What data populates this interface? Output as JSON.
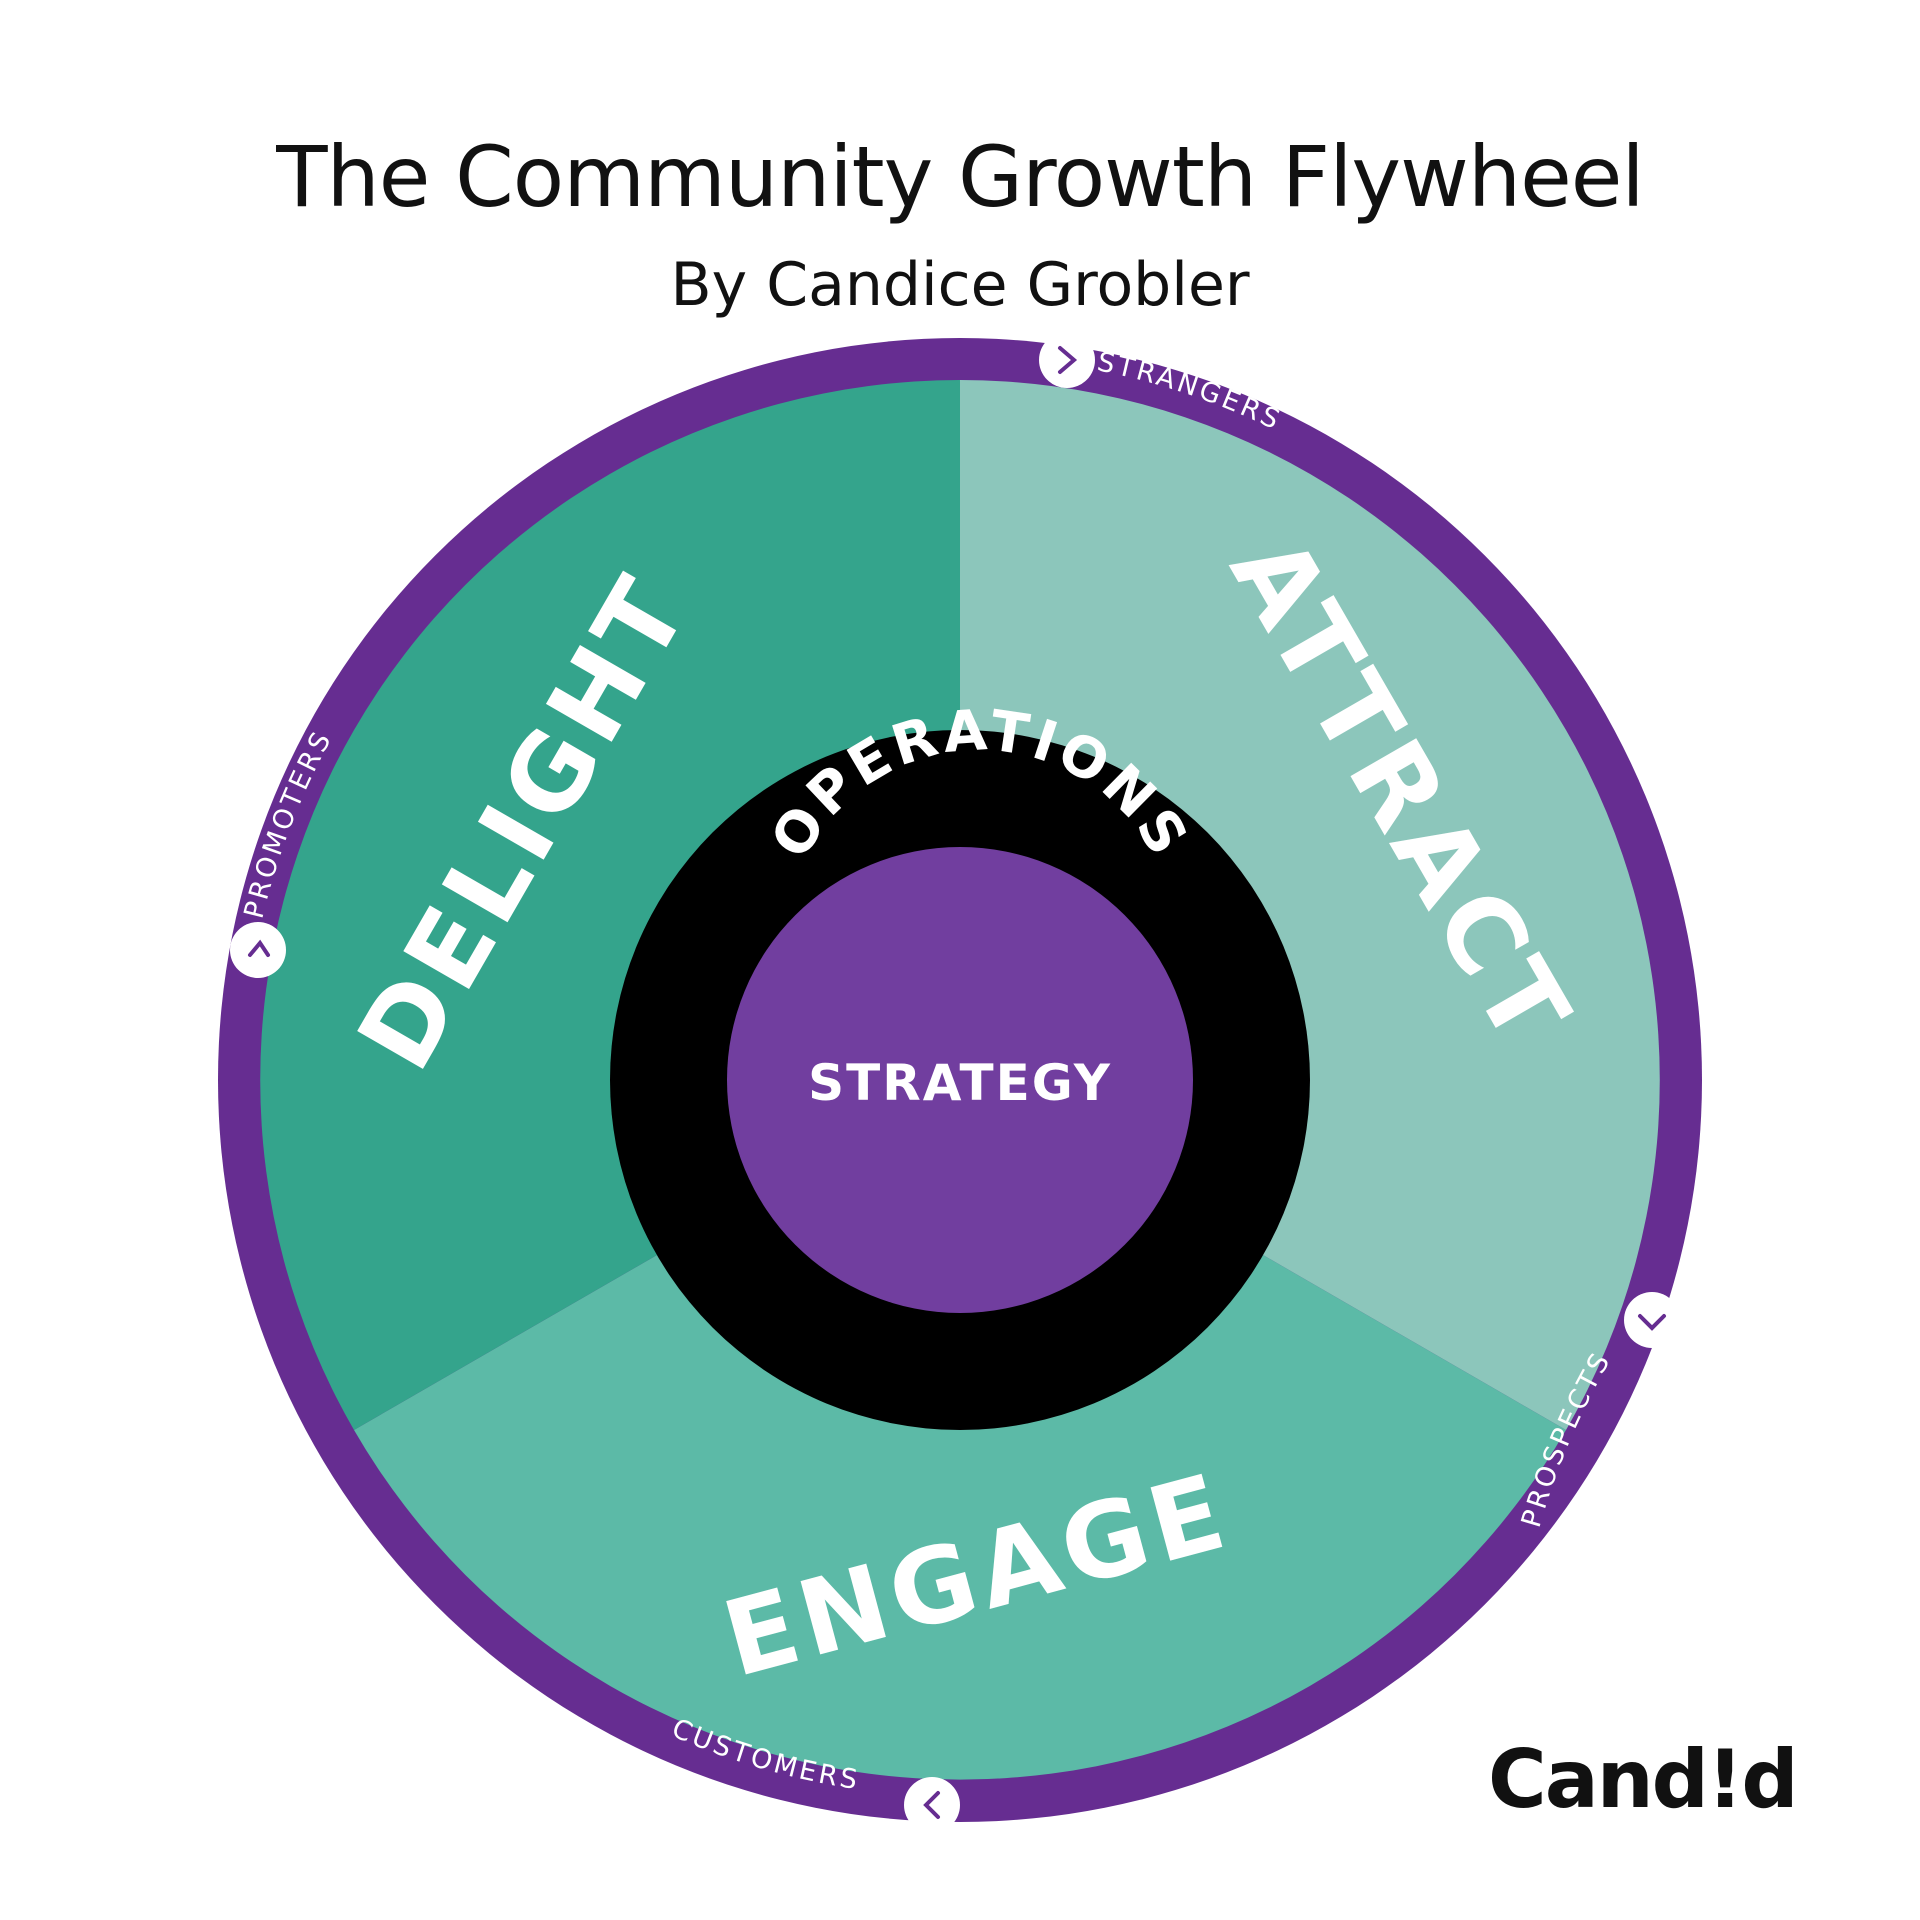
{
  "header": {
    "title": "The Community Growth Flywheel",
    "subtitle": "By Candice Grobler"
  },
  "segments": {
    "attract": "ATTRACT",
    "engage": "ENGAGE",
    "delight": "DELIGHT"
  },
  "ring_labels": {
    "strangers": "STRANGERS",
    "prospects": "PROSPECTS",
    "customers": "CUSTOMERS",
    "promoters": "PROMOTERS"
  },
  "center": {
    "operations": "OPERATIONS",
    "strategy": "STRATEGY"
  },
  "logo": "Cand!d",
  "colors": {
    "ring": "#662d91",
    "attract": "#8cc6bb",
    "engage": "#5cbaa7",
    "delight": "#34a48c",
    "operations_ring": "#000000",
    "strategy": "#713e9f",
    "logo_accent": "#2aa489"
  },
  "icons": {
    "ring_arrow": "chevron-icon"
  }
}
